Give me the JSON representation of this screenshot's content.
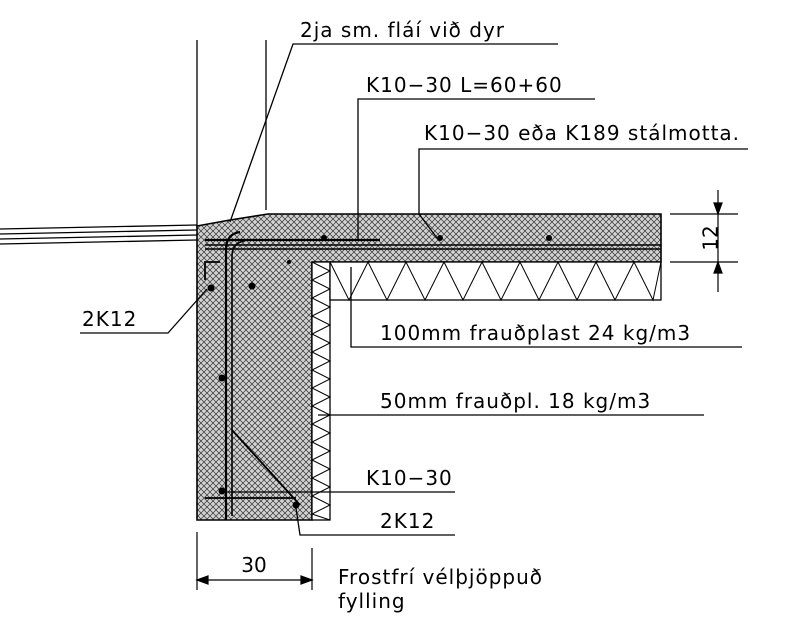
{
  "labels": {
    "slope_note": "2ja sm. fláí við dyr",
    "rebar_top": "K10−30 L=60+60",
    "mesh": "K10−30 eða K189 stálmotta.",
    "slab_dim": "12",
    "footing_bars": "2K12",
    "insulation_100": "100mm frauðplast 24 kg/m3",
    "insulation_50": "50mm frauðpl. 18 kg/m3",
    "stirrup": "K10−30",
    "bottom_bars": "2K12",
    "width_dim": "30",
    "fill_line1": "Frostfrí vélþjöppuð",
    "fill_line2": "fylling"
  }
}
